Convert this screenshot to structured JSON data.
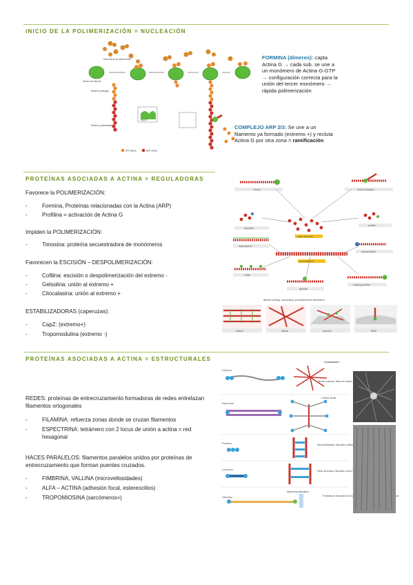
{
  "sections": {
    "s1": {
      "title": "INICIO DE LA POLIMERIZACIÓN = NUCLEACIÓN"
    },
    "s2": {
      "title": "PROTEÍNAS ASOCIADAS A ACTINA = REGULADORAS"
    },
    "s3": {
      "title": "PROTEÍNAS ASOCIADAS A ACTINA = ESTRUCTURALES"
    }
  },
  "figure1": {
    "labels": {
      "monomeros": "Monómeros de actina inicial",
      "dimero": "Dímero de formina",
      "extremo_porteguado": "Extremo protegido",
      "arp": "Arp2/3",
      "extremo_protuberante": "Extremo protuberante",
      "legend_atp": "ATP-actina",
      "legend_adp": "ADP-actina"
    },
    "formina_title": "FORMINA (dímeros):",
    "formina_text": "capta Actina G → cada sub. se une a un monómero de Actina G-GTP → configuración correcta para la unión del tercer monómero → rápida polimerización",
    "arp_title": "COMPLEJO ARP 2/3:",
    "arp_text_1": "Se une a un filamento ya formado (extremo +) y recluta Actina G por otra zona =",
    "arp_text_bold": "ramificación"
  },
  "reguladoras": {
    "h_pol": "Favorece la POLIMERIZACIÓN:",
    "pol_items": [
      "Formina, Proteínas relacionadas con la Actina (ARP)",
      "Profilina = activación de Actina G"
    ],
    "h_imp": "Impiden la POLIMERIZACIÓN:",
    "imp_items": [
      "Timosina: proteína secuestradora de monómeros"
    ],
    "h_esc": "Favorecen la ESCISIÓN – DESPOLIMERIZACIÓN:",
    "esc_items": [
      "Cofilina: escisión o despolimerización del extremo -",
      "Gelsolina: unión al extremo +",
      "Citocalasina: unión al extremo +"
    ],
    "h_est": "ESTABILIZADORAS (caperuzas):",
    "est_items": [
      "CapZ: (extremo+)",
      "Tropomodulina (extremo -)"
    ]
  },
  "figure2": {
    "labels": {
      "formin": "formin",
      "arp_complex": "Arp2/3 complex",
      "thymosin": "thymosin",
      "profilin": "profilin",
      "actin_subunits": "actin subunits",
      "tropomyosin": "tropomyosin",
      "actin_filament": "actin filament",
      "tropomodulin": "tropomodulin",
      "cofilin": "cofilin",
      "gelsolin": "gelsolin",
      "capping": "capping protein",
      "building": "filament bundling, cross-linking, and attachment to membranes",
      "fimbrin": "fimbrin",
      "filamin": "filamin",
      "spectrin": "spectrin",
      "erm": "ERM"
    }
  },
  "estructurales": {
    "redes_bold": "REDES:",
    "redes_text": "proteínas de entrecruzamiento formadoras de redes entrelazan filamentos ortogonales",
    "redes_items": [
      "FILAMINA: refuerza zonas donde se cruzan filamentos",
      "ESPECTRINA: tetrámero con 2 locus de unión a actina = red hexagonal"
    ],
    "haces_bold": "HACES PARALELOS:",
    "haces_text": "filamentos paralelos unidos por proteínas de entrecruzamiento que forman puentes cruzados.",
    "haces_items": [
      "FIMBRINA, VALLINA (microvellosidades)",
      "ALFA – ACTINA (adhesión focal, estereocilios)",
      "TROPOMIOSINA (sarcómeros=)"
    ]
  },
  "figure3": {
    "localizacion": "Localización:",
    "rows": [
      {
        "name": "Filamina",
        "loc": "Borde conductor, fibras de tensión, filopodios"
      },
      {
        "name": "Espectrina",
        "loc": "Corteza celular"
      },
      {
        "name": "Fimbrina",
        "loc": "Microvellosidades, filopodios, adhesiones focales"
      },
      {
        "name": "α-actinina",
        "loc": "Fibras de tensión, filopodios, línea Z del músculo"
      },
      {
        "name": "Distrofina",
        "loc": "Proteínas de vinculación de la membrana a la corteza de actina en el músculo"
      }
    ],
    "membrana": "Membrana plasmática"
  },
  "colors": {
    "section_title": "#6f8f1f",
    "rule": "#a9c46c",
    "annotation_blue": "#1f77a6",
    "actin_orange": "#e8892d",
    "actin_red": "#cc2222",
    "formin_green": "#59b53a"
  }
}
